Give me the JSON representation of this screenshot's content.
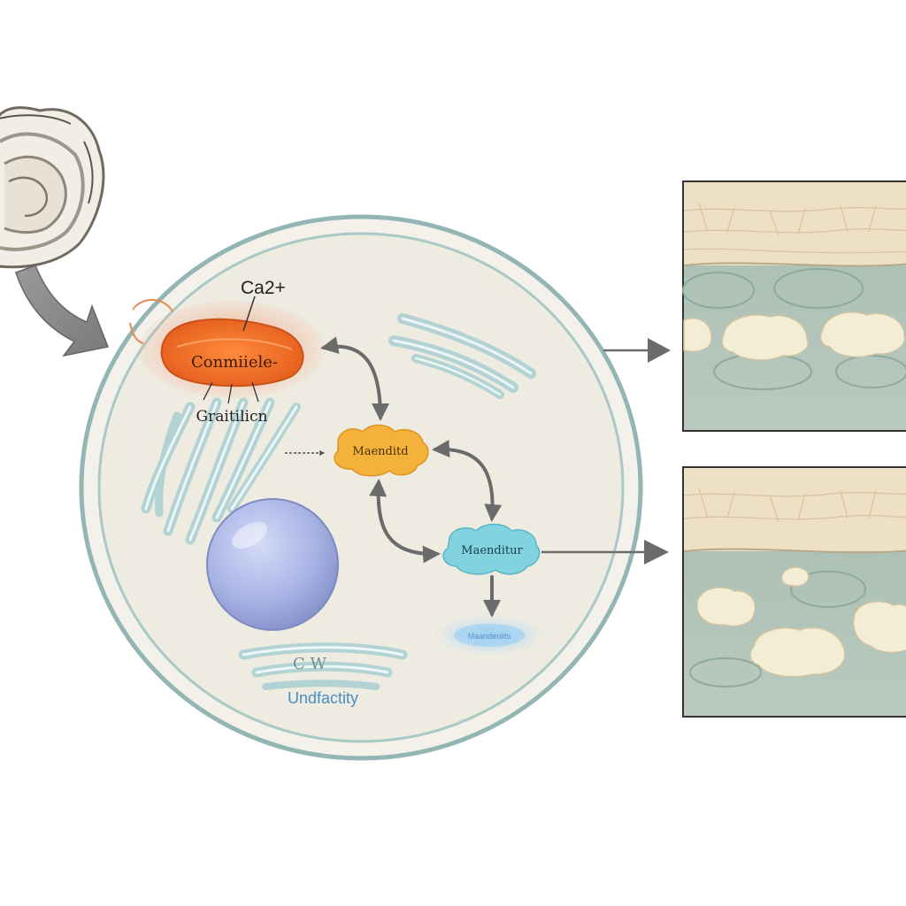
{
  "labels": {
    "ion": "Ca2+",
    "organelle_main": "Conmiiele-",
    "organelle_sub": "Graitilicn",
    "mediator_orange": "Maenditd",
    "mediator_cyan": "Maenditur",
    "glow_label": "Maandeulits",
    "er_tag": "C W",
    "bottom_caption": "Undfactity"
  },
  "colors": {
    "background": "#ffffff",
    "cell_fill": "#efece3",
    "cell_border": "#8fb3b2",
    "organelle_orange": "#f07a2a",
    "mediator_orange": "#f3b23a",
    "mediator_cyan": "#7fd0de",
    "nucleus": "#a9b4e6",
    "er_stroke": "#b9d6d6",
    "caption_blue": "#4a8fc0",
    "arrow": "#6b6b6b",
    "tissue_top": "#efe1c6",
    "tissue_bottom": "#a9bdb4",
    "deposit": "#f3ecd4"
  },
  "icons": {
    "source": "oyster-shell-icon"
  }
}
